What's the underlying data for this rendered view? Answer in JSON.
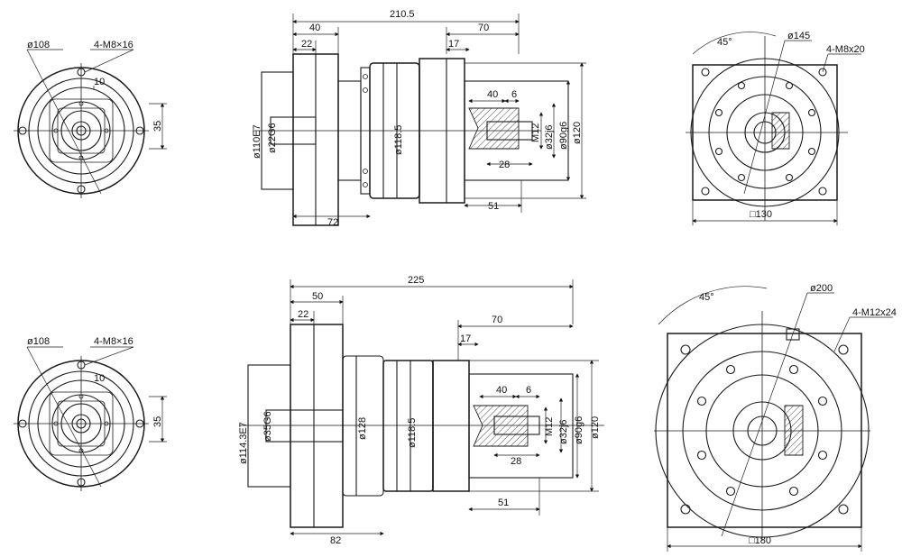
{
  "drawing1": {
    "front": {
      "dia": "ø108",
      "holes": "4-M8×16",
      "d10": "10",
      "d35": "35"
    },
    "side": {
      "total": "210.5",
      "d40": "40",
      "d22": "22",
      "d17": "17",
      "d70": "70",
      "shaft40": "40",
      "shaft6": "6",
      "m12": "M12",
      "d32": "ø32j6",
      "d90": "ø90g6",
      "d120": "ø120",
      "d28": "28",
      "d51": "51",
      "d72": "72",
      "d110": "ø110E7",
      "d22g6": "ø22G6",
      "d118": "ø118.5"
    },
    "flange": {
      "angle": "45°",
      "dia": "ø145",
      "holes": "4-M8x20",
      "square": "□130"
    }
  },
  "drawing2": {
    "front": {
      "dia": "ø108",
      "holes": "4-M8×16",
      "d10": "10",
      "d35": "35"
    },
    "side": {
      "total": "225",
      "d50": "50",
      "d22": "22",
      "d17": "17",
      "d70": "70",
      "shaft40": "40",
      "shaft6": "6",
      "m12": "M12",
      "d32": "ø32j6",
      "d90": "ø90g6",
      "d120": "ø120",
      "d28": "28",
      "d51": "51",
      "d82": "82",
      "d114": "ø114.3E7",
      "d35g6": "ø35G6",
      "d128": "ø128",
      "d118": "ø118.5"
    },
    "flange": {
      "angle": "45°",
      "dia": "ø200",
      "holes": "4-M12x24",
      "square": "□180"
    }
  }
}
